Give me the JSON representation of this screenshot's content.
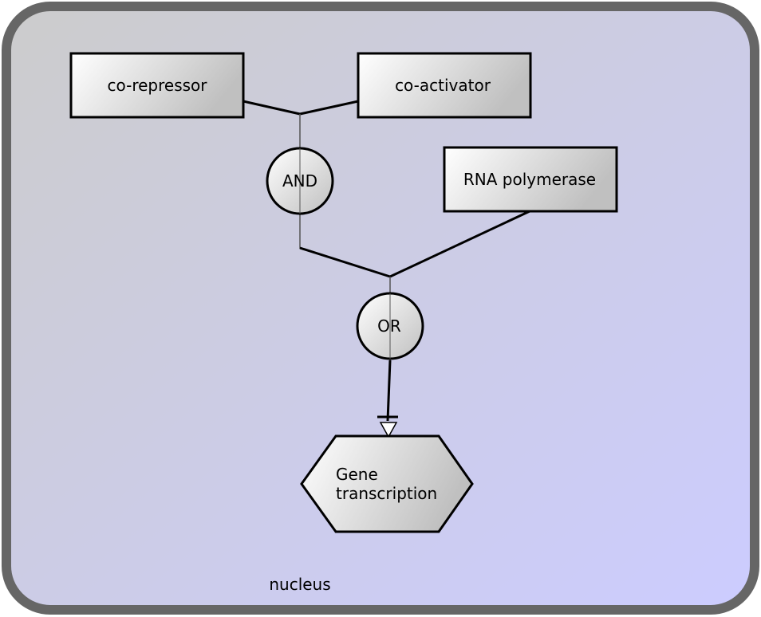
{
  "compartment": {
    "label": "nucleus"
  },
  "nodes": {
    "co_repressor": "co-repressor",
    "co_activator": "co-activator",
    "rna_polymerase": "RNA polymerase",
    "and_gate": "AND",
    "or_gate": "OR",
    "gene_transcription": [
      "Gene",
      "transcription"
    ]
  },
  "colors": {
    "compartment_border": "#666666",
    "gradient_start": "#cccccc",
    "gradient_end": "#ccccff",
    "node_fill_light": "#ffffff",
    "node_fill_dark": "#c0c0c0",
    "stroke": "#000000"
  }
}
